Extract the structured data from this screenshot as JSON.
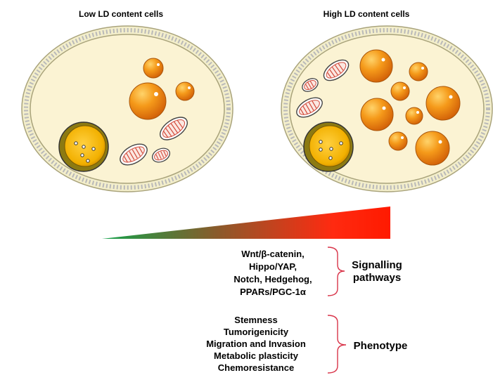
{
  "cells": {
    "low_title": "Low LD content cells",
    "high_title": "High LD content cells"
  },
  "gradient": {
    "colors": [
      "#13a24a",
      "#8a5a2b",
      "#ff2a10",
      "#ff1a00"
    ]
  },
  "pathways": {
    "items": [
      "Wnt/β-catenin,",
      "Hippo/YAP,",
      "Notch, Hedgehog,",
      "PPARs/PGC-1α"
    ],
    "bracket_label_line1": "Signalling",
    "bracket_label_line2": "pathways"
  },
  "phenotype": {
    "items": [
      "Stemness",
      "Tumorigenicity",
      "Migration and Invasion",
      "Metabolic plasticity",
      "Chemoresistance"
    ],
    "bracket_label": "Phenotype"
  },
  "colors": {
    "cytoplasm": "#fbf3d3",
    "membrane": "#e6e0a2",
    "lipid_droplet": "#f39a1a",
    "bracket": "#d9354a"
  }
}
